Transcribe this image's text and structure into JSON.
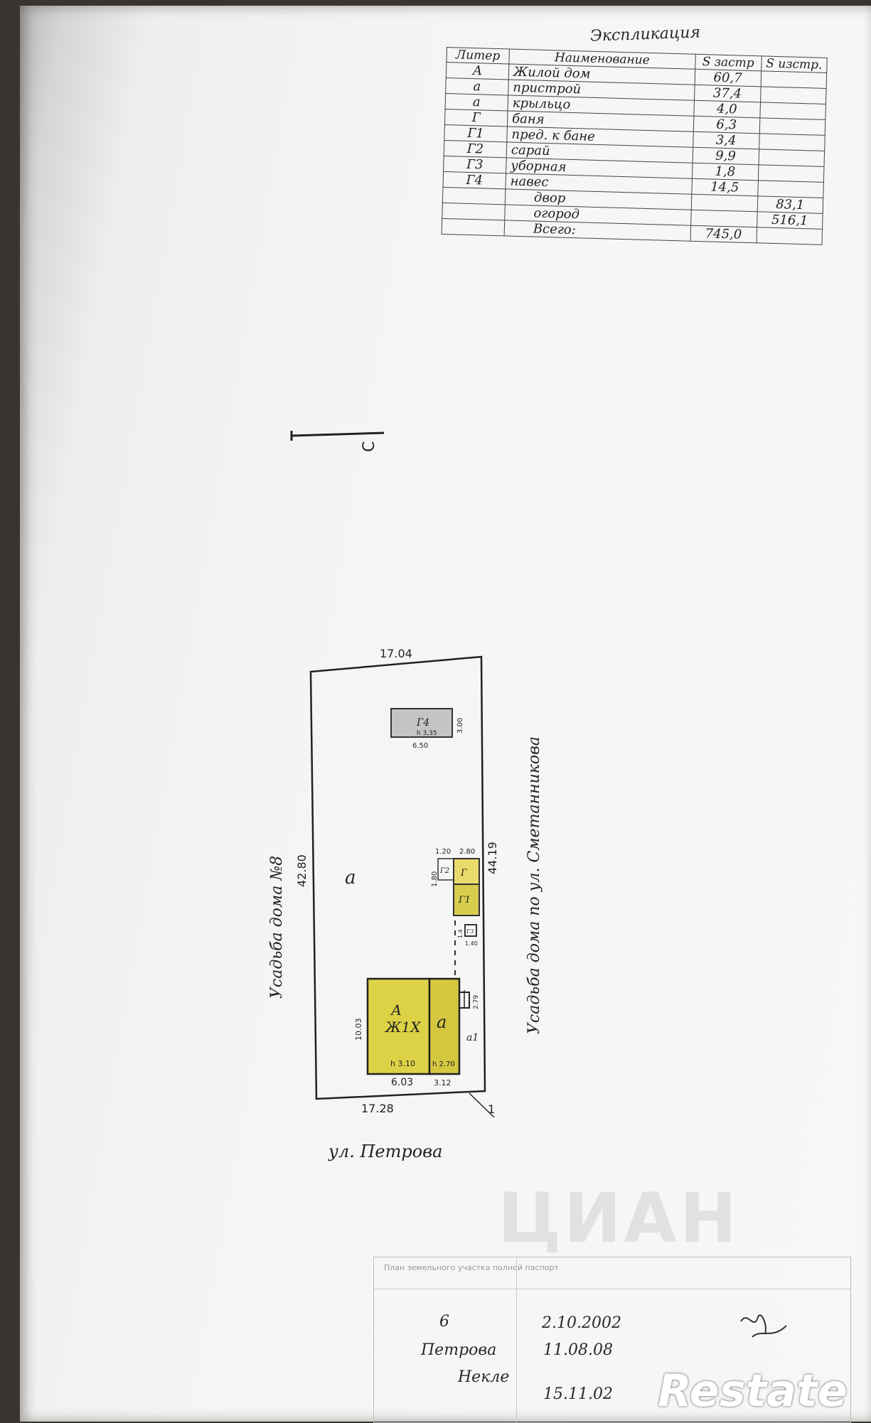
{
  "explication": {
    "title": "Экспликация",
    "headers": [
      "Литер",
      "Наименование",
      "S застр",
      "S изстр."
    ],
    "rows": [
      {
        "liter": "А",
        "name": "Жилой дом",
        "area": "60,7",
        "extra": ""
      },
      {
        "liter": "а",
        "name": "пристрой",
        "area": "37,4",
        "extra": ""
      },
      {
        "liter": "а",
        "name": "крыльцо",
        "area": "4,0",
        "extra": ""
      },
      {
        "liter": "Г",
        "name": "баня",
        "area": "6,3",
        "extra": ""
      },
      {
        "liter": "Г1",
        "name": "пред. к бане",
        "area": "3,4",
        "extra": ""
      },
      {
        "liter": "Г2",
        "name": "сарай",
        "area": "9,9",
        "extra": ""
      },
      {
        "liter": "Г3",
        "name": "уборная",
        "area": "1,8",
        "extra": ""
      },
      {
        "liter": "Г4",
        "name": "навес",
        "area": "14,5",
        "extra": ""
      }
    ],
    "totals": [
      {
        "name": "двор",
        "extra": "83,1"
      },
      {
        "name": "огород",
        "extra": "516,1"
      },
      {
        "name": "Всего:",
        "area": "745,0"
      }
    ]
  },
  "plan": {
    "north_label": "С",
    "top_side": "17.04",
    "bottom_side": "17.28",
    "left_side": "42.80",
    "right_side": "44.19",
    "plot_letter": "а",
    "navec": {
      "label": "Г4",
      "height_val": "h 3,35",
      "width": "6.50",
      "depth": "3.00"
    },
    "sheds": {
      "dims": [
        "1.20",
        "2.80",
        "1.80"
      ],
      "labels": [
        "Г",
        "Г1",
        "Г2"
      ]
    },
    "toilet": {
      "label": "Г3",
      "dims": [
        "1.4",
        "1.40"
      ]
    },
    "house": {
      "main_label": "А",
      "main_sub": "Ж1Х",
      "annex_label": "а",
      "side_len": "10.03",
      "width_main": "6.03",
      "width_annex": "3.12",
      "height_main": "h 3.10",
      "height_annex": "h 2.70",
      "porch_dims": "2.79",
      "porch_label": "а1"
    },
    "corner_num": "1",
    "left_neighbor": "Усадьба дома №8",
    "right_neighbor": "Усадьба дома по ул. Сметанникова",
    "street": "ул. Петрова"
  },
  "stamp": {
    "header_left": "План земельного участка полной паспорт",
    "number": "6",
    "name1": "Петрова",
    "name2": "Некле",
    "date1": "2.10.2002",
    "date2": "11.08.08",
    "date3": "15.11.02"
  },
  "watermark": "ЦИАН",
  "brand": "Restate"
}
